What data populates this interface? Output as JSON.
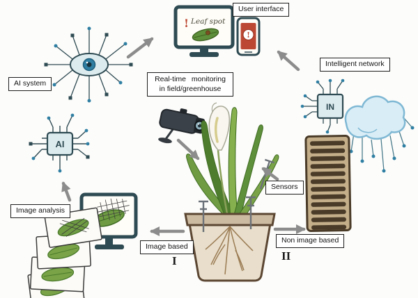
{
  "figure": {
    "type": "hand-drawn concept diagram",
    "topic": "AI-based plant disease monitoring pipeline"
  },
  "labels": {
    "user_interface": "User interface",
    "ai_system": "AI system",
    "realtime_line1": "Real-time monitoring",
    "realtime_line2": "in field/greenhouse",
    "intelligent_network": "Intelligent network",
    "sensors": "Sensors",
    "image_analysis": "Image analysis",
    "image_based": "Image based",
    "non_image_based": "Non image based"
  },
  "numerals": {
    "image_based": "I",
    "non_image_based": "II"
  },
  "screen": {
    "alert": "!",
    "diagnosis": "Leaf spot"
  },
  "phone": {
    "alert": "!"
  },
  "chips": {
    "ai": "AI",
    "network": "IN"
  },
  "colors": {
    "outline_teal": "#2e4a52",
    "node_blue": "#2f7fa3",
    "arrow_gray": "#8c8c8c",
    "alert_red": "#bc4733",
    "leaf_green": "#5e8f3a",
    "pot_brown": "#5b4632",
    "server_brown": "#4a3b28",
    "cloud_blue": "#7fb8d4"
  },
  "icons": [
    "eye-network-icon",
    "ai-chip-icon",
    "monitor-icon",
    "smartphone-icon",
    "cctv-camera-icon",
    "network-chip-icon",
    "cloud-icon",
    "server-icon",
    "plant-icon",
    "sensor-probe-icon",
    "analysis-monitor-icon",
    "photo-stack-icon",
    "flow-arrow"
  ]
}
